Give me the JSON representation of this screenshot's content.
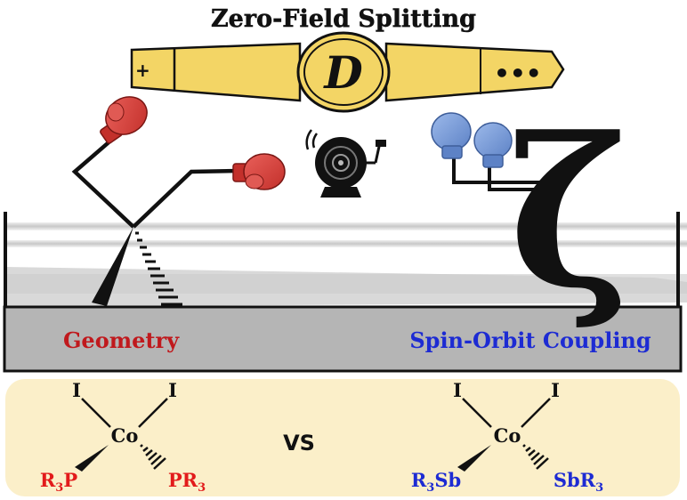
{
  "title": "Zero-Field Splitting",
  "belt_symbol": "D",
  "belt_plus": "+",
  "belt_dots": "•••",
  "left_label": "Geometry",
  "right_label": "Spin-Orbit Coupling",
  "zeta": "ζ",
  "vs": "VS",
  "left_complex": {
    "center": "Co",
    "top_left": "I",
    "top_right": "I",
    "bottom_left": {
      "main": "R",
      "sub": "3",
      "tail": "P"
    },
    "bottom_right": {
      "main": "PR",
      "sub": "3"
    }
  },
  "right_complex": {
    "center": "Co",
    "top_left": "I",
    "top_right": "I",
    "bottom_left": {
      "main": "R",
      "sub": "3",
      "tail": "Sb"
    },
    "bottom_right": {
      "main": "SbR",
      "sub": "3"
    }
  },
  "colors": {
    "belt": "#f3d565",
    "glove_red": "#d9403a",
    "glove_blue": "#6f94d6",
    "geometry": "#c0191d",
    "soc": "#1d2bd3",
    "platform": "#b5b5b5",
    "panel": "#fbefc9"
  }
}
